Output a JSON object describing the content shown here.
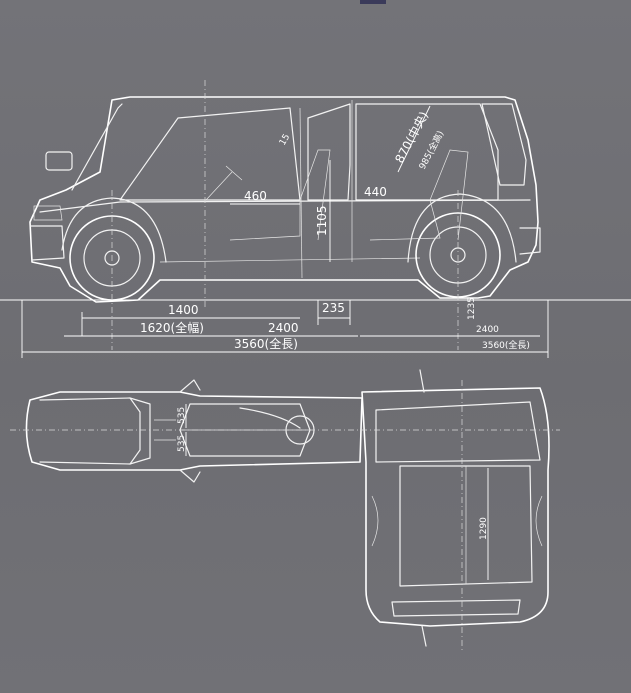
{
  "drawing": {
    "side_view": {
      "dimensions": {
        "wheelbase_front": "1400",
        "front_width": "1620(全幅)",
        "wheelbase": "2400",
        "overall_length": "3560(全長)",
        "ground_clearance": "235",
        "seat_height_front": "460",
        "seat_height_rear": "440",
        "interior_height": "1105",
        "center_dim": "870(中央)",
        "angled_dim": "985(全高)",
        "roof_angle": "15",
        "rear_wheelbase_small": "2400",
        "rear_length_small": "3560(全長)",
        "rear_vertical_small": "1235"
      }
    },
    "top_view": {
      "dimensions": {
        "seat_width_a": "535",
        "seat_width_b": "535",
        "interior_width": "1290"
      }
    }
  }
}
